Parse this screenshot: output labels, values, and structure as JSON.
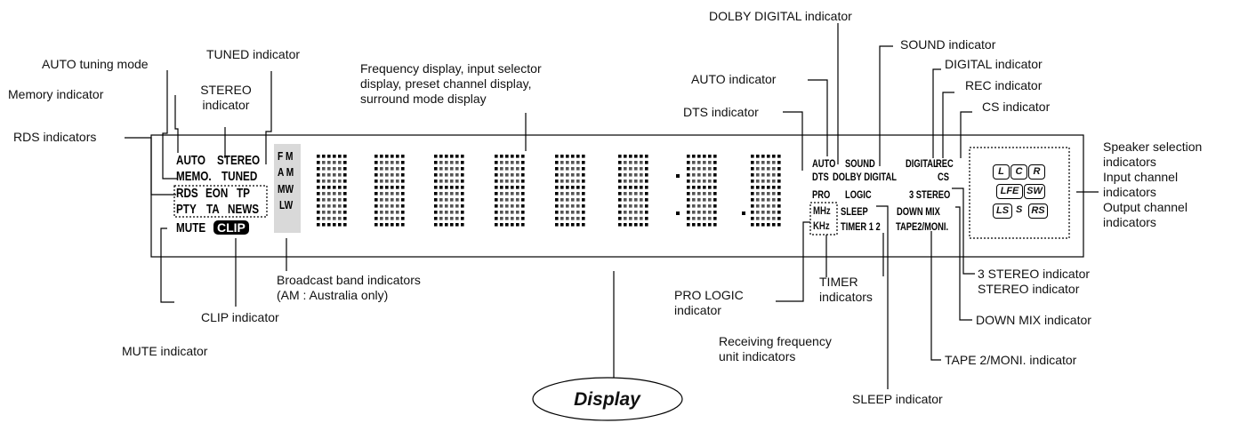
{
  "callouts": {
    "dolby_digital": "DOLBY DIGITAL indicator",
    "sound": "SOUND indicator",
    "digital": "DIGITAL indicator",
    "rec": "REC indicator",
    "cs": "CS indicator",
    "auto_tuning": "AUTO tuning mode",
    "tuned": "TUNED indicator",
    "memory": "Memory indicator",
    "stereo_l1": "STEREO",
    "stereo_l2": "indicator",
    "rds": "RDS indicators",
    "freq_l1": "Frequency display, input selector",
    "freq_l2": "display, preset channel display,",
    "freq_l3": "surround mode display",
    "auto": "AUTO indicator",
    "dts": "DTS indicator",
    "speaker_l1": "Speaker selection",
    "speaker_l2": "indicators",
    "input_l1": "Input channel",
    "input_l2": "indicators",
    "output_l1": "Output channel",
    "output_l2": "indicators",
    "band_l1": "Broadcast band indicators",
    "band_l2": "(AM : Australia only)",
    "clip": "CLIP indicator",
    "mute": "MUTE indicator",
    "prologic_l1": "PRO LOGIC",
    "prologic_l2": "indicator",
    "timer_l1": "TIMER",
    "timer_l2": "indicators",
    "receiving_l1": "Receiving frequency",
    "receiving_l2": "unit indicators",
    "three_stereo_l1": "3 STEREO indicator",
    "three_stereo_l2": "STEREO indicator",
    "downmix": "DOWN MIX indicator",
    "tape": "TAPE 2/MONI. indicator",
    "sleep": "SLEEP indicator"
  },
  "title": "Display",
  "panel": {
    "auto": "AUTO",
    "stereo": "STEREO",
    "memo": "MEMO.",
    "tuned": "TUNED",
    "rds": "RDS",
    "eon": "EON",
    "tp": "TP",
    "pty": "PTY",
    "ta": "TA",
    "news": "NEWS",
    "mute": "MUTE",
    "clip": "CLIP",
    "fm": "F M",
    "am": "A M",
    "mw": "MW",
    "lw": "LW",
    "r_auto": "AUTO",
    "r_sound": "SOUND",
    "r_digital": "DIGITAL",
    "r_rec": "REC",
    "r_dts": "DTS",
    "r_dolby": "DOLBY DIGITAL",
    "r_cs": "CS",
    "r_pro": "PRO",
    "r_logic": "LOGIC",
    "r_3stereo": "3 STEREO",
    "r_mhz": "MHz",
    "r_sleep": "SLEEP",
    "r_downmix": "DOWN MIX",
    "r_khz": "KHz",
    "r_timer": "TIMER 1 2",
    "r_tape": "TAPE2/MONI.",
    "spk_l": "L",
    "spk_c": "C",
    "spk_r": "R",
    "spk_lfe": "LFE",
    "spk_sw": "SW",
    "spk_ls": "LS",
    "spk_s": "S",
    "spk_rs": "RS"
  }
}
